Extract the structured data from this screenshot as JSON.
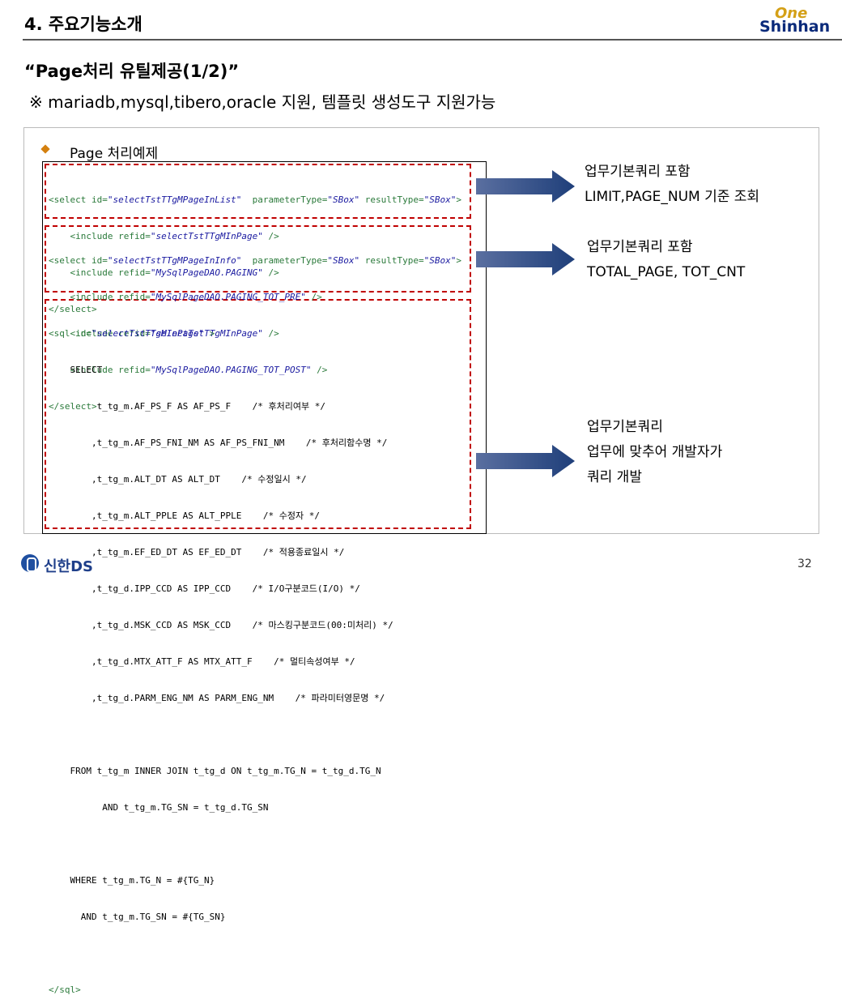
{
  "header": {
    "title": "4. 주요기능소개",
    "logo_top": "One",
    "logo_bottom": "Shinhan"
  },
  "subtitle": "“Page처리 유틸제공(1/2)”",
  "note": "※ mariadb,mysql,tibero,oracle  지원, 템플릿 생성도구 지원가능",
  "bullet": "Page 처리예제",
  "code_blocks": [
    {
      "lines": [
        {
          "a": "<select id=",
          "b": "\"selectTstTTgMPageInList\"",
          "c": "  parameterType=",
          "d": "\"SBox\"",
          "e": " resultType=",
          "f": "\"SBox\"",
          "g": ">"
        },
        {
          "a": "    <include refid=",
          "b": "\"selectTstTTgMInPage\"",
          "c": " />",
          "d": "",
          "e": "",
          "f": "",
          "g": ""
        },
        {
          "a": "    <include refid=",
          "b": "\"MySqlPageDAO.PAGING\"",
          "c": " />",
          "d": "",
          "e": "",
          "f": "",
          "g": ""
        },
        {
          "a": "</select>",
          "b": "",
          "c": "",
          "d": "",
          "e": "",
          "f": "",
          "g": ""
        }
      ]
    },
    {
      "lines": [
        {
          "a": "<select id=",
          "b": "\"selectTstTTgMPageInInfo\"",
          "c": "  parameterType=",
          "d": "\"SBox\"",
          "e": " resultType=",
          "f": "\"SBox\"",
          "g": ">"
        },
        {
          "a": "    <include refid=",
          "b": "\"MySqlPageDAO.PAGING_TOT_PRE\"",
          "c": " />",
          "d": "",
          "e": "",
          "f": "",
          "g": ""
        },
        {
          "a": "    <include refid=",
          "b": "\"selectTstTTgMInPage\"",
          "c": " />",
          "d": "",
          "e": "",
          "f": "",
          "g": ""
        },
        {
          "a": "    <include refid=",
          "b": "\"MySqlPageDAO.PAGING_TOT_POST\"",
          "c": " />",
          "d": "",
          "e": "",
          "f": "",
          "g": ""
        },
        {
          "a": "</select>",
          "b": "",
          "c": "",
          "d": "",
          "e": "",
          "f": "",
          "g": ""
        }
      ]
    }
  ],
  "sql_block": {
    "open_a": "<sql id=",
    "open_b": "\"selectTstTTgMInPage\"",
    "open_c": " >",
    "body": [
      "    SELECT",
      "         t_tg_m.AF_PS_F AS AF_PS_F    /* 후처리여부 */",
      "        ,t_tg_m.AF_PS_FNI_NM AS AF_PS_FNI_NM    /* 후처리함수명 */",
      "        ,t_tg_m.ALT_DT AS ALT_DT    /* 수정일시 */",
      "        ,t_tg_m.ALT_PPLE AS ALT_PPLE    /* 수정자 */",
      "        ,t_tg_m.EF_ED_DT AS EF_ED_DT    /* 적용종료일시 */",
      "        ,t_tg_d.IPP_CCD AS IPP_CCD    /* I/O구분코드(I/O) */",
      "        ,t_tg_d.MSK_CCD AS MSK_CCD    /* 마스킹구분코드(00:미처리) */",
      "        ,t_tg_d.MTX_ATT_F AS MTX_ATT_F    /* 멀티속성여부 */",
      "        ,t_tg_d.PARM_ENG_NM AS PARM_ENG_NM    /* 파라미터영문명 */",
      "",
      "    FROM t_tg_m INNER JOIN t_tg_d ON t_tg_m.TG_N = t_tg_d.TG_N",
      "          AND t_tg_m.TG_SN = t_tg_d.TG_SN",
      "",
      "    WHERE t_tg_m.TG_N = #{TG_N}",
      "      AND t_tg_m.TG_SN = #{TG_SN}",
      ""
    ],
    "close": "</sql>"
  },
  "descriptions": [
    {
      "line1": "업무기본쿼리 포함",
      "line2": "LIMIT,PAGE_NUM 기준 조회",
      "line3": ""
    },
    {
      "line1": "업무기본쿼리 포함",
      "line2": "TOTAL_PAGE, TOT_CNT",
      "line3": ""
    },
    {
      "line1": "업무기본쿼리",
      "line2": "업무에 맞추어 개발자가",
      "line3": "쿼리 개발"
    }
  ],
  "footer": {
    "company": "신한DS",
    "page_number": "32"
  },
  "colors": {
    "tag": "#2b7a3b",
    "attr_value": "#1a1aa0",
    "dash_border": "#c00000",
    "arrow": "#1f3f7a",
    "bullet": "#d4800f"
  }
}
